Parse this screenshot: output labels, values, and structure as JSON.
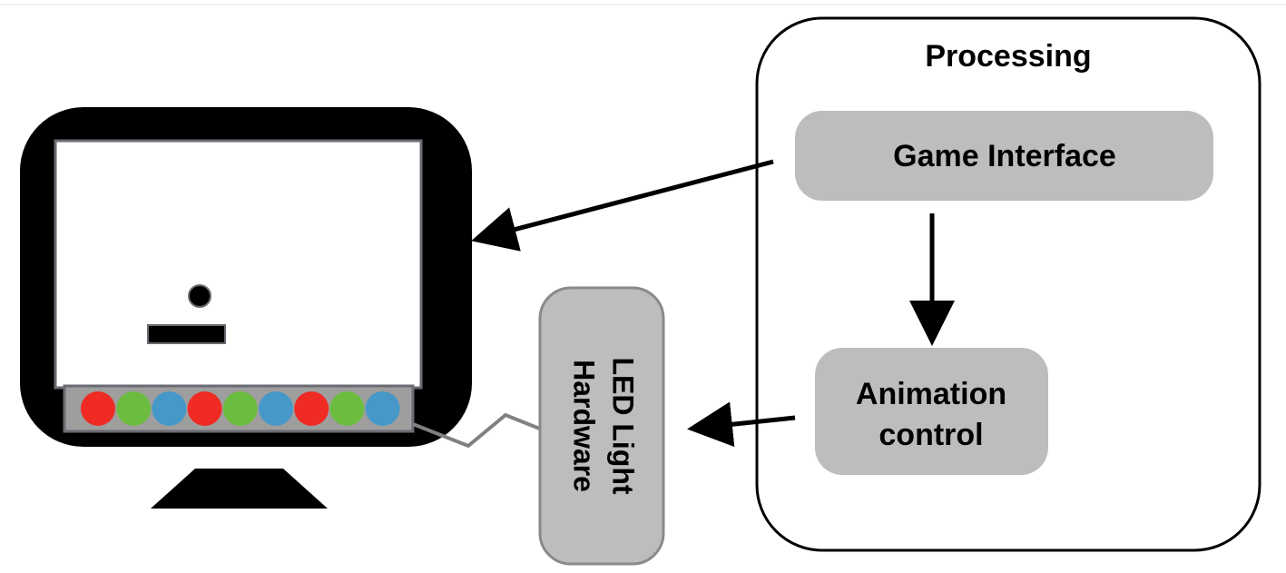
{
  "processing": {
    "title": "Processing"
  },
  "game_interface": {
    "label": "Game Interface"
  },
  "animation_control": {
    "line1": "Animation",
    "line2": "control"
  },
  "led_hardware": {
    "line1": "LED Light",
    "line2": "Hardware"
  },
  "colors": {
    "monitor": "#000000",
    "screen": "#ffffff",
    "screen_border": "#6b6b73",
    "box_fill": "#bdbdbd",
    "box_border": "#8a8a8a",
    "cable": "#808080",
    "led_red": "#ef2b24",
    "led_green": "#6cbd3f",
    "led_blue": "#4698c8"
  },
  "led_sequence": [
    "led_red",
    "led_green",
    "led_blue",
    "led_red",
    "led_green",
    "led_blue",
    "led_red",
    "led_green",
    "led_blue"
  ]
}
